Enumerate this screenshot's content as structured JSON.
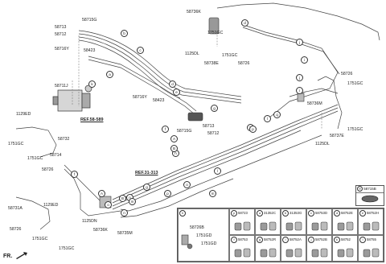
{
  "diagram": {
    "part_labels": [
      {
        "id": "l1",
        "text": "58713"
      },
      {
        "id": "l2",
        "text": "58715G"
      },
      {
        "id": "l3",
        "text": "58712"
      },
      {
        "id": "l4",
        "text": "58716Y"
      },
      {
        "id": "l5",
        "text": "58423"
      },
      {
        "id": "l6",
        "text": "58711J"
      },
      {
        "id": "l7",
        "text": "58716Y"
      },
      {
        "id": "l8",
        "text": "58423"
      },
      {
        "id": "l9",
        "text": "58713"
      },
      {
        "id": "l10",
        "text": "58715G"
      },
      {
        "id": "l11",
        "text": "58712"
      },
      {
        "id": "l12",
        "text": "1129ED"
      },
      {
        "id": "l13",
        "text": "58732"
      },
      {
        "id": "l14",
        "text": "1751GC"
      },
      {
        "id": "l15",
        "text": "1751GC"
      },
      {
        "id": "l16",
        "text": "58726"
      },
      {
        "id": "l17",
        "text": "58714"
      },
      {
        "id": "l18",
        "text": "58731A"
      },
      {
        "id": "l19",
        "text": "1129ED"
      },
      {
        "id": "l20",
        "text": "58726"
      },
      {
        "id": "l21",
        "text": "1751GC"
      },
      {
        "id": "l22",
        "text": "1751GC"
      },
      {
        "id": "l23",
        "text": "1125DN"
      },
      {
        "id": "l24",
        "text": "58736K"
      },
      {
        "id": "l25",
        "text": "58735M"
      },
      {
        "id": "l26",
        "text": "58736K"
      },
      {
        "id": "l27",
        "text": "1751GC"
      },
      {
        "id": "l28",
        "text": "1125DL"
      },
      {
        "id": "l29",
        "text": "1751GC"
      },
      {
        "id": "l30",
        "text": "58738E"
      },
      {
        "id": "l31",
        "text": "58726"
      },
      {
        "id": "l32",
        "text": "58726"
      },
      {
        "id": "l33",
        "text": "1751GC"
      },
      {
        "id": "l34",
        "text": "58736M"
      },
      {
        "id": "l35",
        "text": "1751GC"
      },
      {
        "id": "l36",
        "text": "58737E"
      },
      {
        "id": "l37",
        "text": "1125DL"
      }
    ],
    "references": [
      {
        "id": "r1",
        "text": "REF.58-589"
      },
      {
        "id": "r2",
        "text": "REF.31-313"
      }
    ],
    "callouts": [
      "a",
      "b",
      "c",
      "d",
      "e",
      "f",
      "g",
      "h",
      "i",
      "j",
      "k",
      "l",
      "m",
      "n",
      "o",
      "p",
      "A",
      "B",
      "A",
      "B",
      "g",
      "f",
      "n",
      "m",
      "p",
      "q",
      "d",
      "j",
      "i",
      "k",
      "l",
      "o"
    ],
    "direction_label": "FR."
  },
  "legend": {
    "box_g": {
      "letter": "g",
      "part": "58715B"
    },
    "header_cell": {
      "letter": "h",
      "parts": [
        "58726B",
        "1751GD",
        "1751GD"
      ]
    },
    "cells": [
      {
        "letter": "p",
        "part": "58723"
      },
      {
        "letter": "a",
        "part": "31352C"
      },
      {
        "letter": "b",
        "part": "31353G"
      },
      {
        "letter": "c",
        "part": "58753D"
      },
      {
        "letter": "d",
        "part": "58752E"
      },
      {
        "letter": "e",
        "part": "58752H"
      },
      {
        "letter": "f",
        "part": "58753"
      },
      {
        "letter": "g",
        "part": "58752R"
      },
      {
        "letter": "i",
        "part": "58752A"
      },
      {
        "letter": "j",
        "part": "58752B"
      },
      {
        "letter": "k",
        "part": "58752"
      },
      {
        "letter": "l",
        "part": "58755"
      }
    ]
  },
  "colors": {
    "line": "#333333",
    "part_fill": "#bbbbbb",
    "dark_part": "#555555"
  }
}
